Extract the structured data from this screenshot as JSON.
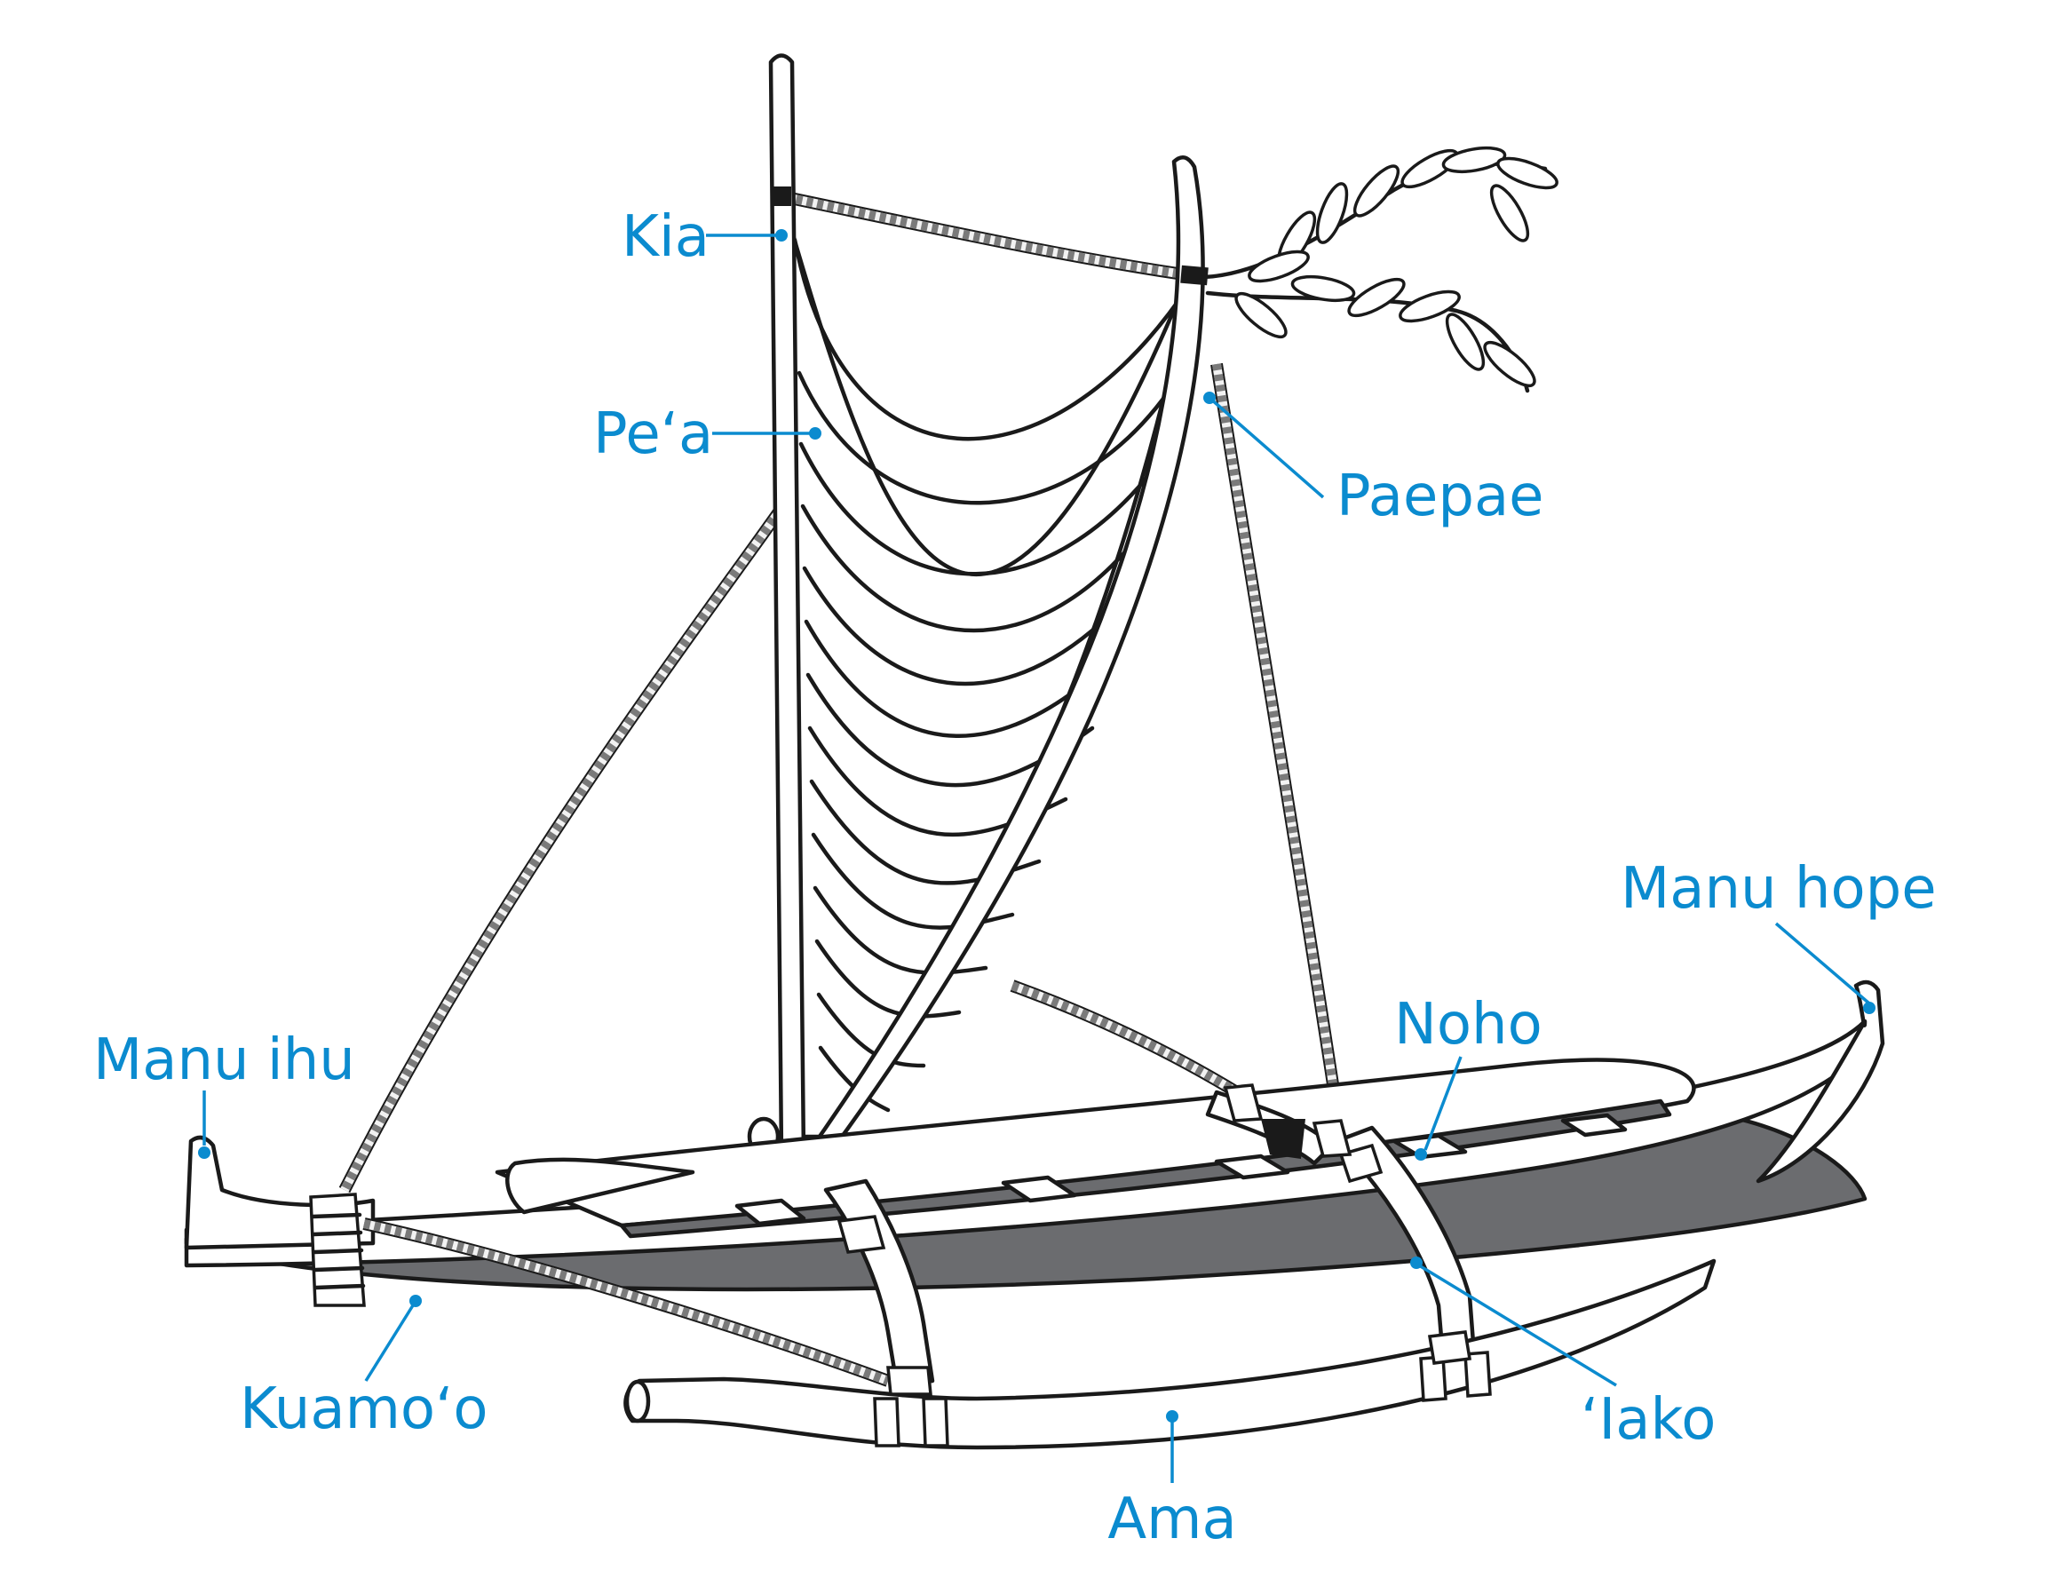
{
  "labels": {
    "kia": "Kia",
    "pea": "Pe‘a",
    "paepae": "Paepae",
    "manu_hope": "Manu hope",
    "noho": "Noho",
    "manu_ihu": "Manu ihu",
    "kuamoo": "Kuamo‘o",
    "iako": "‘Iako",
    "ama": "Ama"
  },
  "colors": {
    "label": "#0b8bcf",
    "hull_dark": "#6b6c6f",
    "outline": "#1a1a1a"
  }
}
